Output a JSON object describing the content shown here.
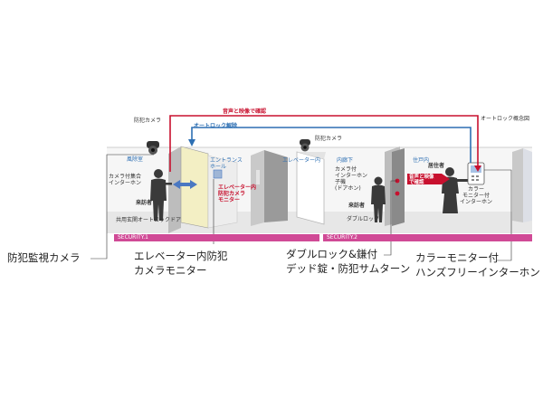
{
  "zones": {
    "lobby": "風除室",
    "entrance_hall": "エントランス\nホール",
    "elevator_inside": "エレベーター内",
    "inner_corridor": "内廊下",
    "dwelling_inside": "住戸内"
  },
  "labels": {
    "security_camera_small": "防犯カメラ",
    "security_camera_small_2": "防犯カメラ",
    "camera_panel_intercom": "カメラ付集合\nインターホン",
    "visitor_1": "来訪者",
    "visitor_2": "来訪者",
    "autolock_door": "共用玄関オートロックドア",
    "elevator_camera_monitor": "エレベーター内\n防犯カメラ\nモニター",
    "camera_intercom_child": "カメラ付\nインターホン\n子機\n(ドアホン)",
    "double_lock": "ダブルロック",
    "resident": "居住者",
    "audio_video_confirm_box": "音声と映像\nで確認",
    "color_monitor_intercom": "カラー\nモニター付\nインターホン",
    "audio_video_confirm_top": "音声と映像で確認",
    "autolock_release": "オートロック解除",
    "autolock_concept": "オートロック概念図"
  },
  "security_bars": [
    {
      "label": "SECURITY.1"
    },
    {
      "label": "SECURITY.2"
    }
  ],
  "captions": {
    "security_camera": "防犯監視カメラ",
    "elevator_camera_monitor": "エレベーター内防犯\nカメラモニター",
    "double_lock_deadbolt": "ダブルロック&鎌付\nデッド錠・防犯サムターン",
    "color_monitor_handsfree": "カラーモニター付\nハンズフリーインターホン"
  },
  "colors": {
    "accent_red": "#c8102e",
    "accent_blue": "#2d6fb3",
    "security_bar": "#d04a96",
    "floor_gray": "#e8e8e8",
    "wall_gray": "#bdbdbd",
    "door_cream": "#f3efc4"
  }
}
